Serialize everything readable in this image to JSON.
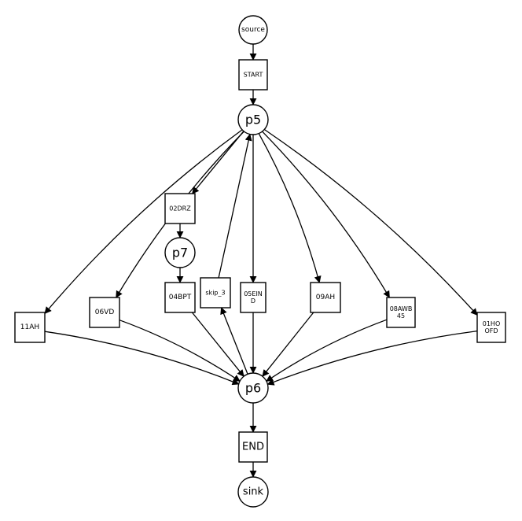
{
  "nodes": [
    {
      "id": "source",
      "kind": "place",
      "lines": [
        "source"
      ]
    },
    {
      "id": "START",
      "kind": "transition",
      "lines": [
        "START"
      ]
    },
    {
      "id": "p5",
      "kind": "place",
      "lines": [
        "p5"
      ]
    },
    {
      "id": "02DRZ",
      "kind": "transition",
      "lines": [
        "02DRZ"
      ]
    },
    {
      "id": "p7",
      "kind": "place",
      "lines": [
        "p7"
      ]
    },
    {
      "id": "11AH",
      "kind": "transition",
      "lines": [
        "11AH"
      ]
    },
    {
      "id": "06VD",
      "kind": "transition",
      "lines": [
        "06VD"
      ]
    },
    {
      "id": "04BPT",
      "kind": "transition",
      "lines": [
        "04BPT"
      ]
    },
    {
      "id": "skip_3",
      "kind": "transition",
      "lines": [
        "skip_3"
      ]
    },
    {
      "id": "05EIND",
      "kind": "transition",
      "lines": [
        "05EIN",
        "D"
      ]
    },
    {
      "id": "09AH",
      "kind": "transition",
      "lines": [
        "09AH"
      ]
    },
    {
      "id": "08AWB45",
      "kind": "transition",
      "lines": [
        "08AWB",
        "45"
      ]
    },
    {
      "id": "01HOOFD",
      "kind": "transition",
      "lines": [
        "01HO",
        "OFD"
      ]
    },
    {
      "id": "p6",
      "kind": "place",
      "lines": [
        "p6"
      ]
    },
    {
      "id": "END",
      "kind": "transition",
      "lines": [
        "END"
      ]
    },
    {
      "id": "sink",
      "kind": "place",
      "lines": [
        "sink"
      ]
    }
  ],
  "arcs": [
    {
      "from": "source",
      "to": "START"
    },
    {
      "from": "START",
      "to": "p5"
    },
    {
      "from": "p5",
      "to": "02DRZ"
    },
    {
      "from": "02DRZ",
      "to": "p7"
    },
    {
      "from": "p7",
      "to": "04BPT"
    },
    {
      "from": "p5",
      "to": "11AH"
    },
    {
      "from": "p5",
      "to": "06VD"
    },
    {
      "from": "skip_3",
      "to": "p5"
    },
    {
      "from": "p5",
      "to": "05EIND"
    },
    {
      "from": "p5",
      "to": "09AH"
    },
    {
      "from": "p5",
      "to": "08AWB45"
    },
    {
      "from": "p5",
      "to": "01HOOFD"
    },
    {
      "from": "11AH",
      "to": "p6"
    },
    {
      "from": "06VD",
      "to": "p6"
    },
    {
      "from": "04BPT",
      "to": "p6"
    },
    {
      "from": "p6",
      "to": "skip_3"
    },
    {
      "from": "05EIND",
      "to": "p6"
    },
    {
      "from": "09AH",
      "to": "p6"
    },
    {
      "from": "08AWB45",
      "to": "p6"
    },
    {
      "from": "01HOOFD",
      "to": "p6"
    },
    {
      "from": "p6",
      "to": "END"
    },
    {
      "from": "END",
      "to": "sink"
    }
  ]
}
